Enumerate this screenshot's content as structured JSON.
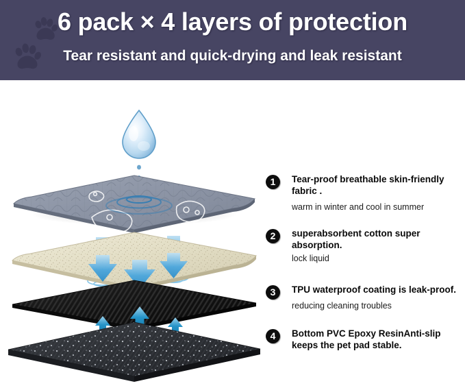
{
  "header": {
    "title": "6 pack × 4 layers of protection",
    "subtitle": "Tear resistant and quick-drying and leak resistant",
    "background_color": "#474563",
    "text_color": "#ffffff",
    "paw_icon_color": "#3b3955",
    "icons": [
      {
        "name": "paw-print-icon",
        "position": "left"
      },
      {
        "name": "paw-print-icon",
        "position": "behind-title"
      }
    ]
  },
  "illustration": {
    "name": "exploded-layer-diagram",
    "water_drop": {
      "name": "water-drop-icon",
      "color": "#9cc4e4"
    },
    "ripple_color": "#2b7bbf",
    "arrow_down_color": "#3a9fda",
    "arrow_up_color": "#1b7fb5",
    "layers": [
      {
        "index": 1,
        "name": "layer-quilted-fabric",
        "color": "#8e96a6",
        "texture": "quilted-hexagon",
        "motif": "dog-outline"
      },
      {
        "index": 2,
        "name": "layer-absorbent-cotton",
        "color": "#e3dfc9",
        "texture": "speckled-fiber"
      },
      {
        "index": 3,
        "name": "layer-tpu-coating",
        "color": "#131313",
        "texture": "diagonal-rib"
      },
      {
        "index": 4,
        "name": "layer-pvc-antislip",
        "color": "#2e3034",
        "texture": "dotted-grain"
      }
    ]
  },
  "features": [
    {
      "number": "1",
      "title": "Tear-proof breathable skin-friendly fabric .",
      "subtitle": "warm in winter and cool in summer"
    },
    {
      "number": "2",
      "title": "superabsorbent cotton super absorption.",
      "subtitle": "lock liquid"
    },
    {
      "number": "3",
      "title": "TPU waterproof coating is leak-proof.",
      "subtitle": "reducing cleaning troubles"
    },
    {
      "number": "4",
      "title": "Bottom PVC Epoxy ResinAnti-slip keeps the pet pad stable.",
      "subtitle": ""
    }
  ]
}
